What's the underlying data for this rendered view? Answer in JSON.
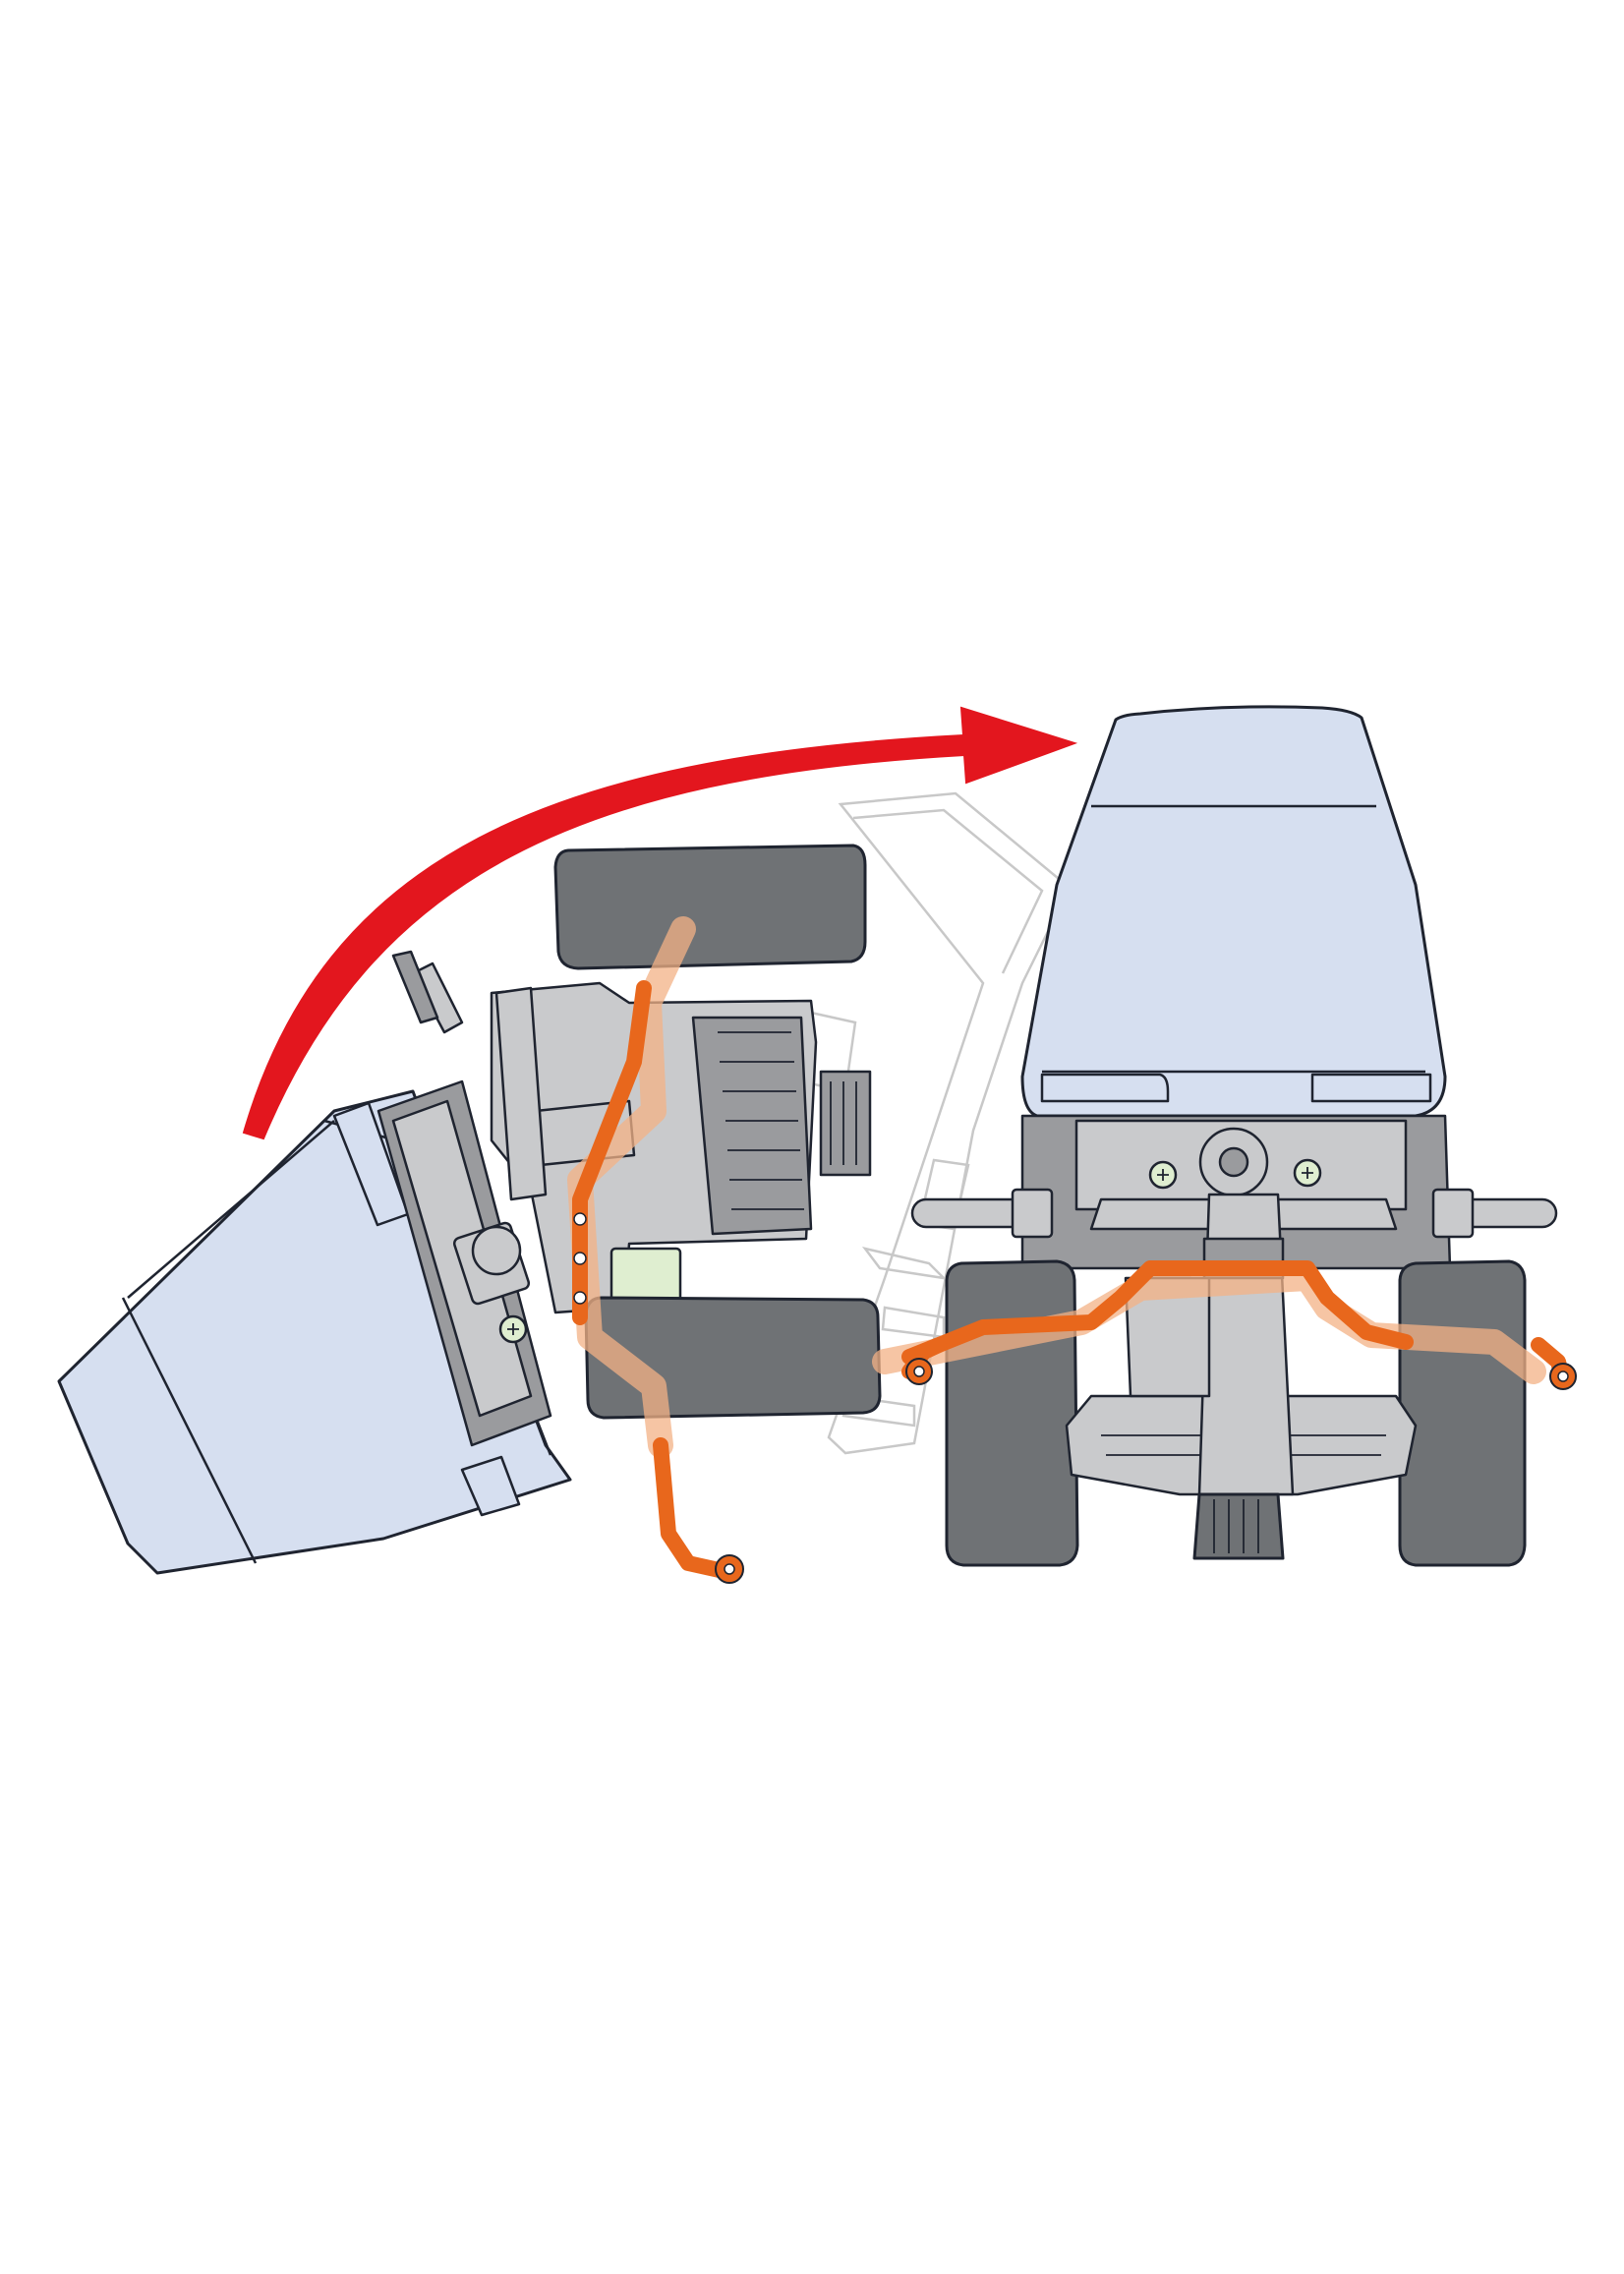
{
  "figure": {
    "kind": "assembly illustration",
    "panels": [
      {
        "id": "tilted-chassis",
        "state": "tipped onto its side"
      },
      {
        "id": "upright-chassis",
        "state": "standing upright"
      }
    ],
    "motion": {
      "from": "tilted-chassis",
      "to": "upright-chassis",
      "direction": "clockwise"
    },
    "ghost_outline": true
  },
  "colors": {
    "background": "#ffffff",
    "arrow": "#e3161e",
    "body_shell": "#d6dff0",
    "body_outline": "#1f2430",
    "tire": "#6f7275",
    "tire_dark": "#54575a",
    "chassis": "#c9cacc",
    "chassis_dark": "#9a9b9e",
    "linkage": "#e8671c",
    "linkage_faded": "#f3b185",
    "motor_accent": "#dfeed0",
    "ghost": "#c8c8c8"
  },
  "icons": [
    "curved-arrow-icon",
    "screw-icon"
  ]
}
